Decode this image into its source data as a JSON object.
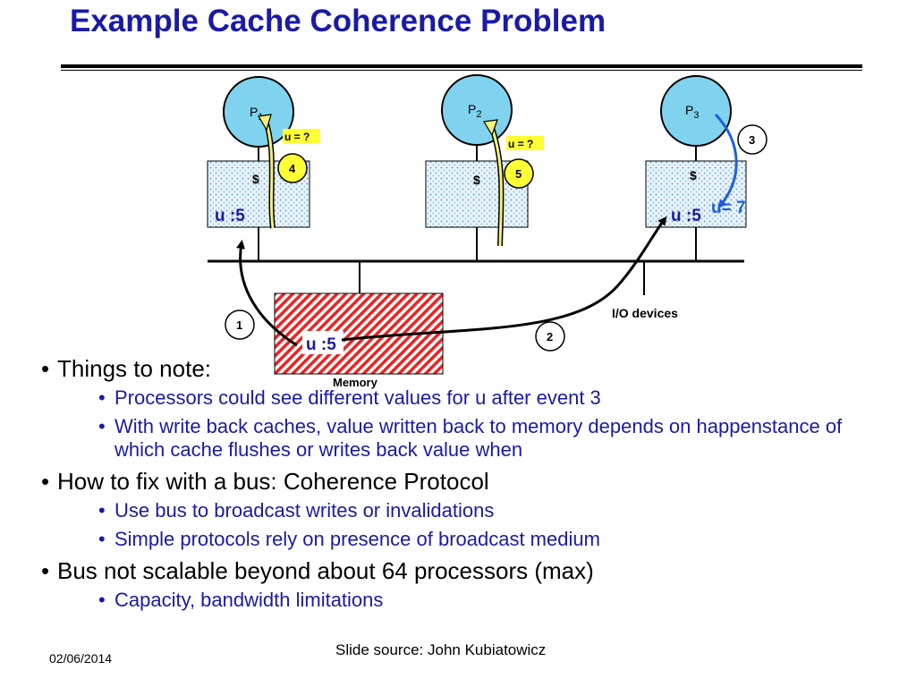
{
  "slide": {
    "title": "Example Cache Coherence Problem",
    "date": "02/06/2014",
    "source": "Slide source: John Kubiatowicz"
  },
  "diagram": {
    "processors": [
      {
        "label": "P",
        "sub": "1",
        "cache_label": "$",
        "cache_value": "u :5",
        "query": "u = ?",
        "event": "4"
      },
      {
        "label": "P",
        "sub": "2",
        "cache_label": "$",
        "query": "u = ?",
        "event": "5"
      },
      {
        "label": "P",
        "sub": "3",
        "cache_label": "$",
        "cache_value": "u :5",
        "write": "u= 7",
        "event": "3"
      }
    ],
    "memory": {
      "label": "Memory",
      "value": "u :5"
    },
    "io_label": "I/O devices",
    "events": [
      "1",
      "2"
    ]
  },
  "bullets": [
    {
      "text": "Things to note:",
      "children": [
        "Processors could see different values for u after event 3",
        "With write back caches, value written back to memory depends on happenstance of which cache flushes or writes back value when"
      ]
    },
    {
      "text": "How to fix with a bus: Coherence Protocol",
      "children": [
        "Use bus to broadcast writes or invalidations",
        "Simple protocols rely on presence of broadcast medium"
      ]
    },
    {
      "text": "Bus not scalable beyond about 64 processors (max)",
      "children": [
        "Capacity, bandwidth limitations"
      ]
    }
  ]
}
